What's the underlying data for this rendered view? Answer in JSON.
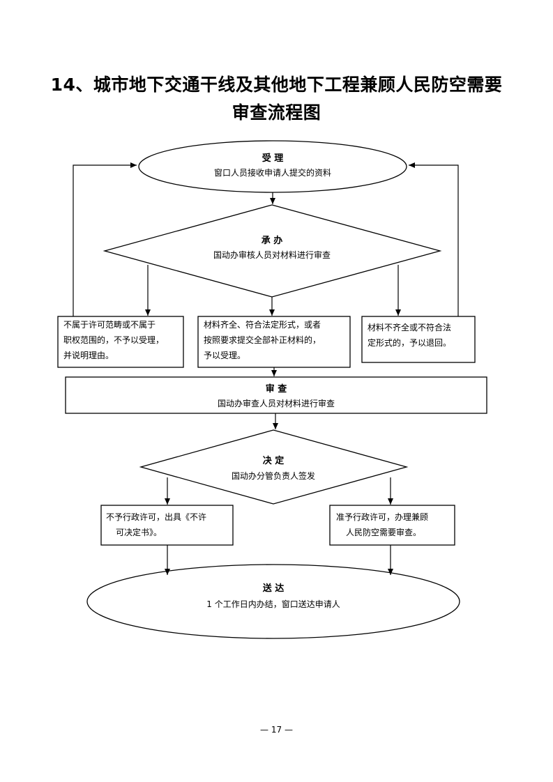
{
  "title": {
    "line1": "14、城市地下交通干线及其他地下工程兼顾人民防空需要",
    "line2": "审查流程图"
  },
  "nodes": {
    "accept": {
      "head": "受  理",
      "body": "窗口人员接收申请人提交的资料"
    },
    "undertake": {
      "head": "承  办",
      "body": "国动办审核人员对材料进行审查"
    },
    "reject_scope": {
      "line1": "不属于许可范畴或不属于",
      "line2": "职权范围的，不予以受理，",
      "line3": "并说明理由。"
    },
    "accept_complete": {
      "line1": "材料齐全、符合法定形式，或者",
      "line2": "按照要求提交全部补正材料的，",
      "line3": "予以受理。"
    },
    "return_incomplete": {
      "line1": "材料不齐全或不符合法",
      "line2": "定形式的，予以退回。"
    },
    "review": {
      "head": "审  查",
      "body": "国动办审查人员对材料进行审查"
    },
    "decide": {
      "head": "决  定",
      "body": "国动办分管负责人签发"
    },
    "deny": {
      "line1": "不予行政许可，出具《不许",
      "line2": "可决定书》。"
    },
    "approve": {
      "line1": "准予行政许可，办理兼顾",
      "line2": "人民防空需要审查。"
    },
    "deliver": {
      "head": "送  达",
      "body": "1 个工作日内办结，窗口送达申请人"
    }
  },
  "page_number": "— 17 —"
}
